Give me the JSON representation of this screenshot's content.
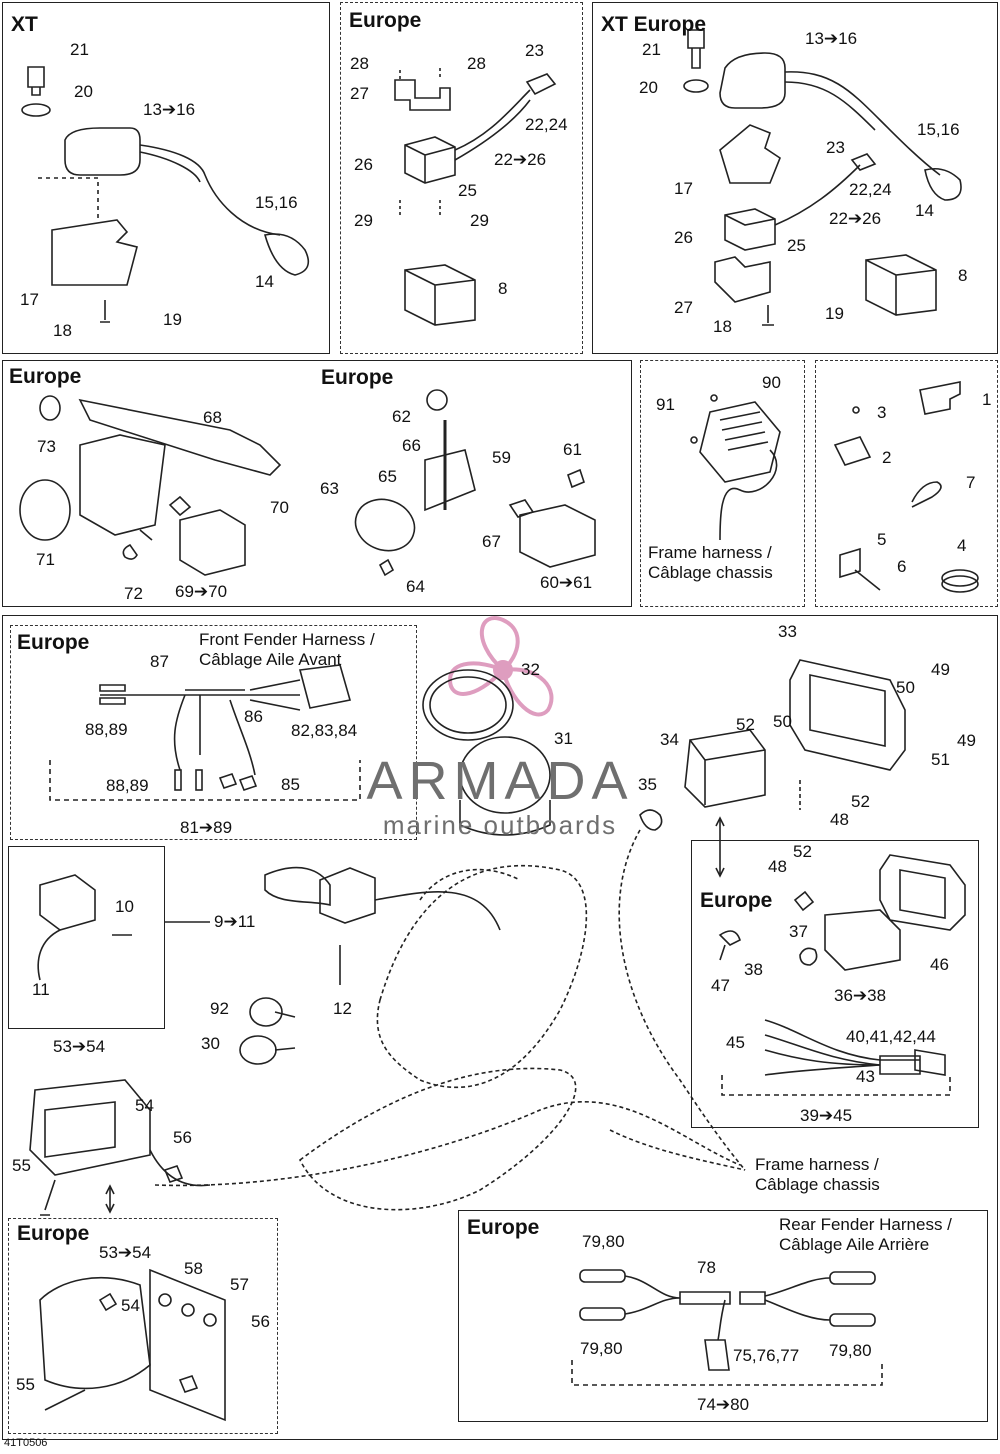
{
  "panels": {
    "xt": {
      "title": "XT"
    },
    "europe_bracket": {
      "title": "Europe"
    },
    "xt_europe": {
      "title": "XT Europe"
    },
    "europe_lamp_left": {
      "title": "Europe"
    },
    "europe_lamp_right": {
      "title": "Europe"
    },
    "europe_front_fender": {
      "title": "Europe",
      "caption_line1": "Front Fender Harness /",
      "caption_line2": "Câblage Aile Avant"
    },
    "europe_headlamp": {
      "title": "Europe"
    },
    "europe_taillight": {
      "title": "Europe"
    },
    "europe_rear_fender": {
      "title": "Europe",
      "caption_line1": "Rear Fender Harness /",
      "caption_line2": "Câblage Aile Arrière"
    }
  },
  "frame_harness": {
    "line1": "Frame harness /",
    "line2": "Câblage chassis"
  },
  "watermark": {
    "brand": "ARMADA",
    "tagline": "marine outboards"
  },
  "figure_code": "41T0506",
  "callouts": {
    "p1": [
      "21",
      "20",
      "13➔16",
      "15,16",
      "14",
      "17",
      "18",
      "19"
    ],
    "p2": [
      "28",
      "28",
      "27",
      "23",
      "22,24",
      "22➔26",
      "26",
      "25",
      "29",
      "29",
      "8"
    ],
    "p3": [
      "21",
      "13➔16",
      "20",
      "15,16",
      "23",
      "22,24",
      "17",
      "14",
      "22➔26",
      "26",
      "25",
      "8",
      "27",
      "18",
      "19"
    ],
    "p4": [
      "73",
      "68",
      "70",
      "71",
      "72",
      "69➔70"
    ],
    "p5": [
      "62",
      "66",
      "59",
      "61",
      "65",
      "63",
      "67",
      "64",
      "60➔61"
    ],
    "p6": [
      "91",
      "90"
    ],
    "p7": [
      "1",
      "3",
      "2",
      "7",
      "5",
      "6",
      "4"
    ],
    "front_fender": [
      "87",
      "88,89",
      "86",
      "82,83,84",
      "88,89",
      "85",
      "81➔89"
    ],
    "center": [
      "32",
      "31",
      "35",
      "33",
      "49",
      "50",
      "34",
      "52",
      "50",
      "49",
      "51",
      "52",
      "48",
      "52",
      "48",
      "10",
      "9➔11",
      "11",
      "12",
      "92",
      "30",
      "53➔54",
      "54",
      "56",
      "55"
    ],
    "headlamp": [
      "37",
      "47",
      "38",
      "36➔38",
      "46",
      "45",
      "40,41,42,44",
      "43",
      "39➔45"
    ],
    "taillight": [
      "53➔54",
      "58",
      "57",
      "54",
      "56",
      "55"
    ],
    "rear_fender": [
      "79,80",
      "78",
      "79,80",
      "75,76,77",
      "79,80",
      "74➔80"
    ]
  }
}
